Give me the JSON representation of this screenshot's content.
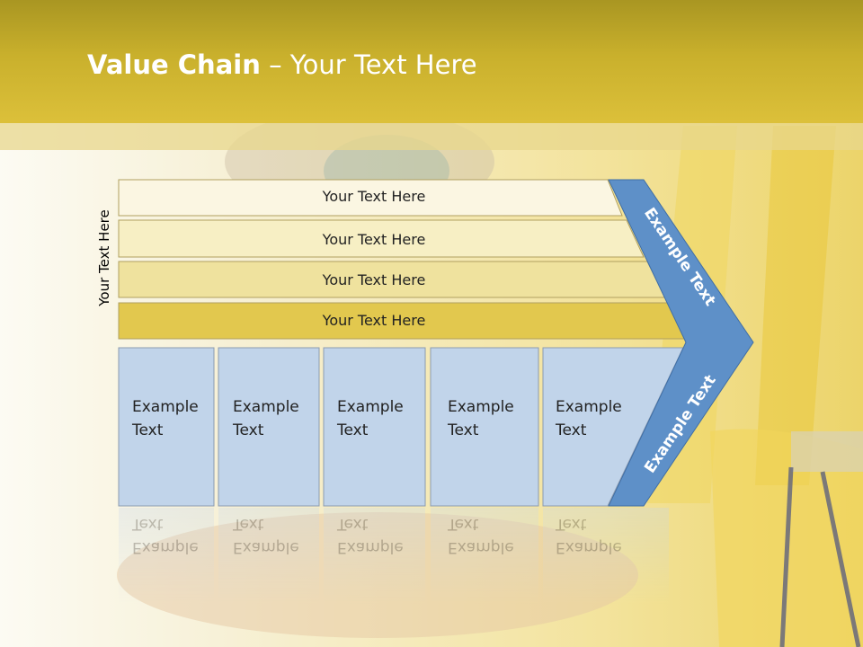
{
  "title": {
    "bold": "Value Chain",
    "rest": " – Your Text Here"
  },
  "side_label": "Your Text Here",
  "rows": [
    {
      "label": "Your Text Here",
      "color": "#fbf6e2"
    },
    {
      "label": "Your Text Here",
      "color": "#f7efc4"
    },
    {
      "label": "Your Text Here",
      "color": "#efe29e"
    },
    {
      "label": "Your Text Here",
      "color": "#e2c84e"
    }
  ],
  "boxes": [
    {
      "line1": "Example",
      "line2": "Text"
    },
    {
      "line1": "Example",
      "line2": "Text"
    },
    {
      "line1": "Example",
      "line2": "Text"
    },
    {
      "line1": "Example",
      "line2": "Text"
    },
    {
      "line1": "Example",
      "line2": "Text"
    }
  ],
  "arrow": {
    "top_label": "Example Text",
    "bottom_label": "Example Text",
    "color": "#5e90c8"
  },
  "colors": {
    "box_fill": "#c1d4ea",
    "header": "#c9b02c"
  }
}
